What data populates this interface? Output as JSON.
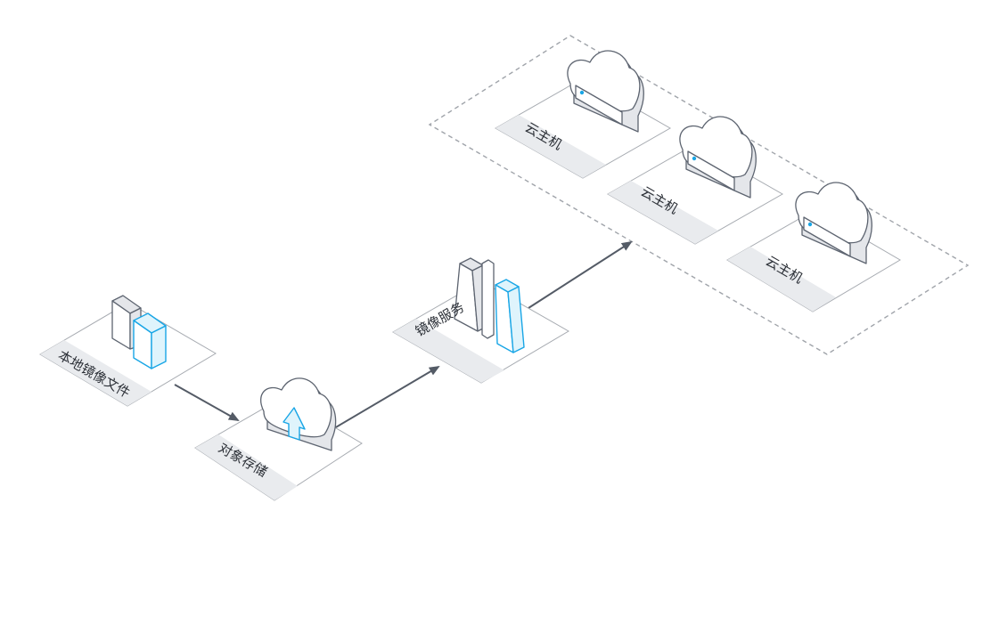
{
  "nodes": {
    "local_image_file": {
      "label": "本地镜像文件",
      "icon": "file-blocks-icon"
    },
    "object_storage": {
      "label": "对象存储",
      "icon": "cloud-upload-icon"
    },
    "image_service": {
      "label": "镜像服务",
      "icon": "image-service-icon"
    },
    "cloud_hosts": [
      {
        "label": "云主机",
        "icon": "cloud-server-icon"
      },
      {
        "label": "云主机",
        "icon": "cloud-server-icon"
      },
      {
        "label": "云主机",
        "icon": "cloud-server-icon"
      }
    ]
  },
  "edges": [
    {
      "from": "本地镜像文件",
      "to": "对象存储"
    },
    {
      "from": "对象存储",
      "to": "镜像服务"
    },
    {
      "from": "镜像服务",
      "to": "云主机"
    }
  ],
  "colors": {
    "accent": "#19a6e6",
    "outline": "#5d6470",
    "connector": "#545b66",
    "label_band": "#e9ebee",
    "group_border": "#a0a4aa"
  }
}
